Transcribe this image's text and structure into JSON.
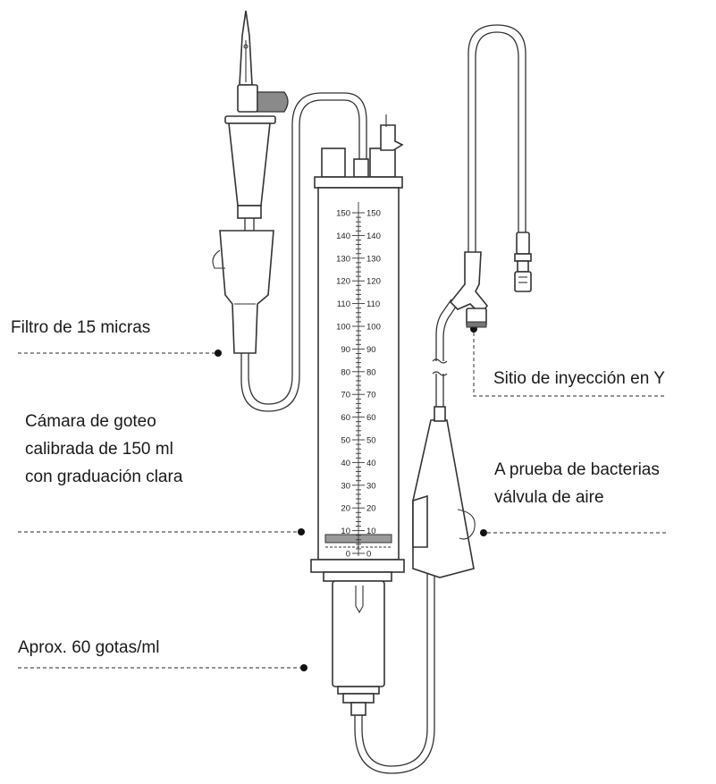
{
  "labels": {
    "filter": "Filtro de 15 micras",
    "y_site": "Sitio de inyección en Y",
    "chamber": [
      "Cámara de goteo",
      "calibrada de 150 ml",
      "con graduación clara"
    ],
    "air_valve": [
      "A prueba de  bacterias",
      "válvula de aire"
    ],
    "drops": "Aprox. 60 gotas/ml"
  },
  "scale": {
    "values": [
      150,
      140,
      130,
      120,
      110,
      100,
      90,
      80,
      70,
      60,
      50,
      40,
      30,
      20,
      10,
      0
    ]
  }
}
